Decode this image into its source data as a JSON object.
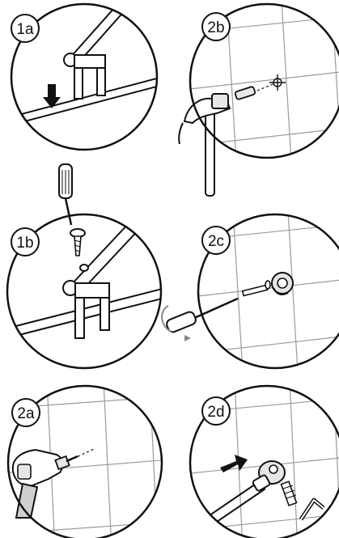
{
  "panels": {
    "p1a": {
      "label": "1a"
    },
    "p1b": {
      "label": "1b"
    },
    "p2a": {
      "label": "2a"
    },
    "p2b": {
      "label": "2b"
    },
    "p2c": {
      "label": "2c"
    },
    "p2d": {
      "label": "2d"
    }
  },
  "colors": {
    "ink": "#111111",
    "tile_grid": "#9a9a9a",
    "fill_gray": "#cfcfcf"
  }
}
